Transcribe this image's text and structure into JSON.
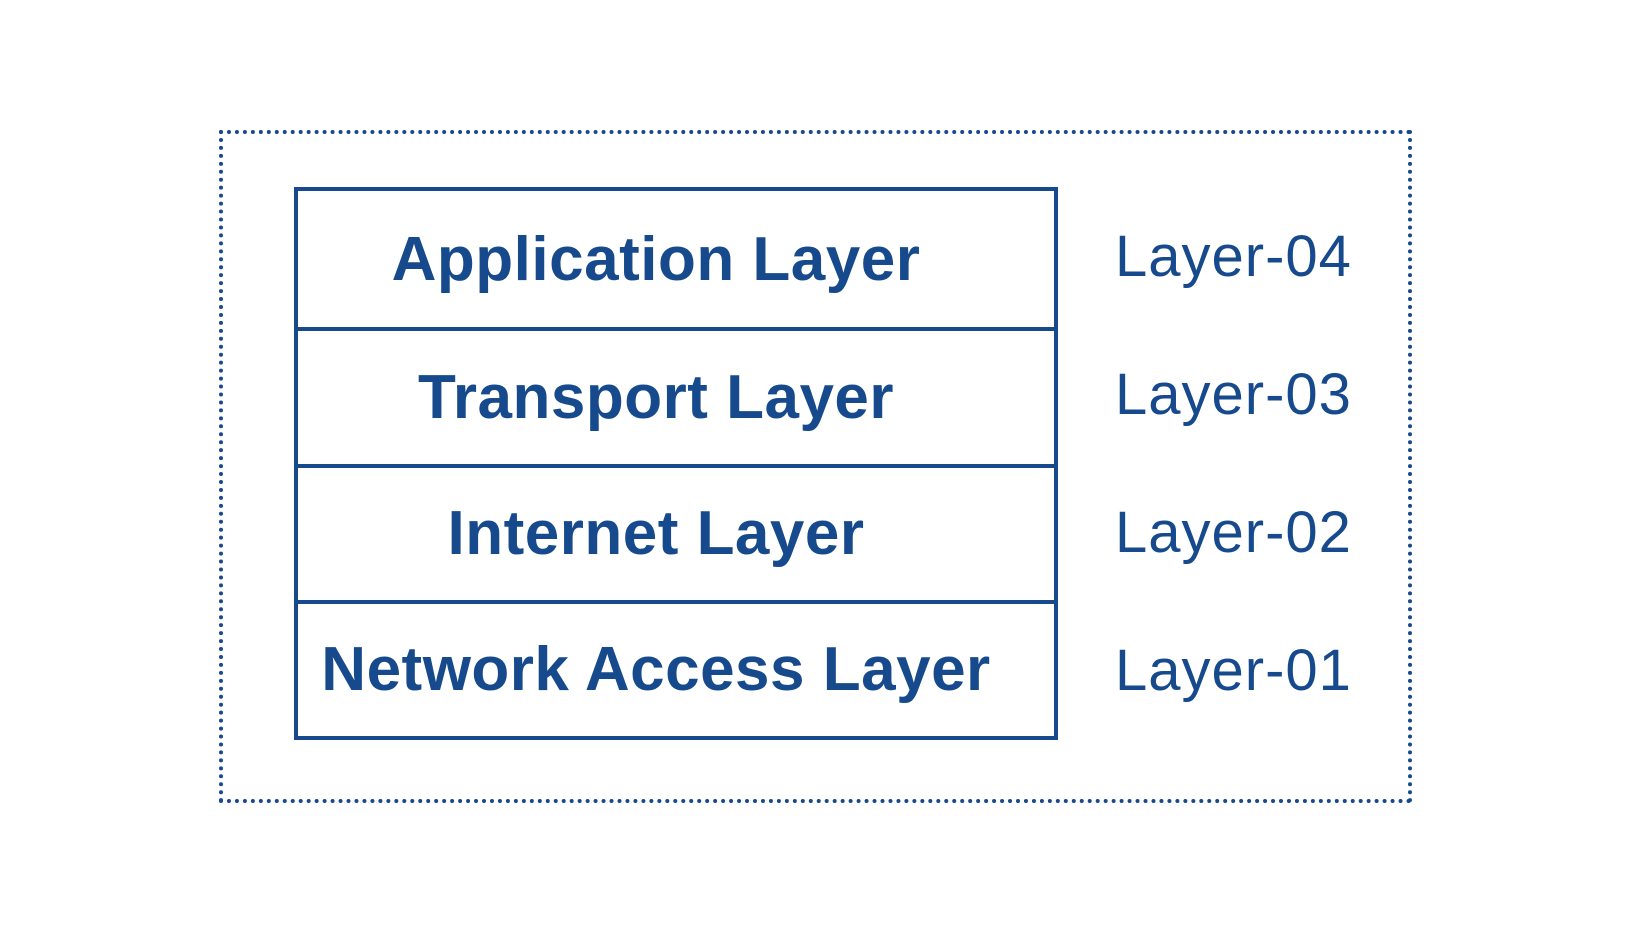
{
  "diagram": {
    "model": "tcp-ip-layer-stack",
    "colors": {
      "primary": "#164a8c",
      "background": "#ffffff"
    },
    "layers": [
      {
        "name": "Application Layer",
        "tag": "Layer-04"
      },
      {
        "name": "Transport Layer",
        "tag": "Layer-03"
      },
      {
        "name": "Internet Layer",
        "tag": "Layer-02"
      },
      {
        "name": "Network Access Layer",
        "tag": "Layer-01"
      }
    ]
  }
}
